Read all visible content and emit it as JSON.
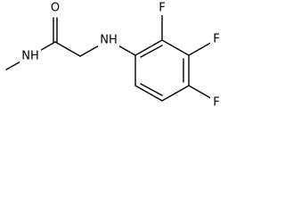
{
  "molecule": {
    "atoms": {
      "carbonyl_oxygen": "O",
      "amide_nitrogen": "NH",
      "amine_nitrogen": "NH",
      "fluorine_2": "F",
      "fluorine_3": "F",
      "fluorine_4": "F"
    }
  }
}
